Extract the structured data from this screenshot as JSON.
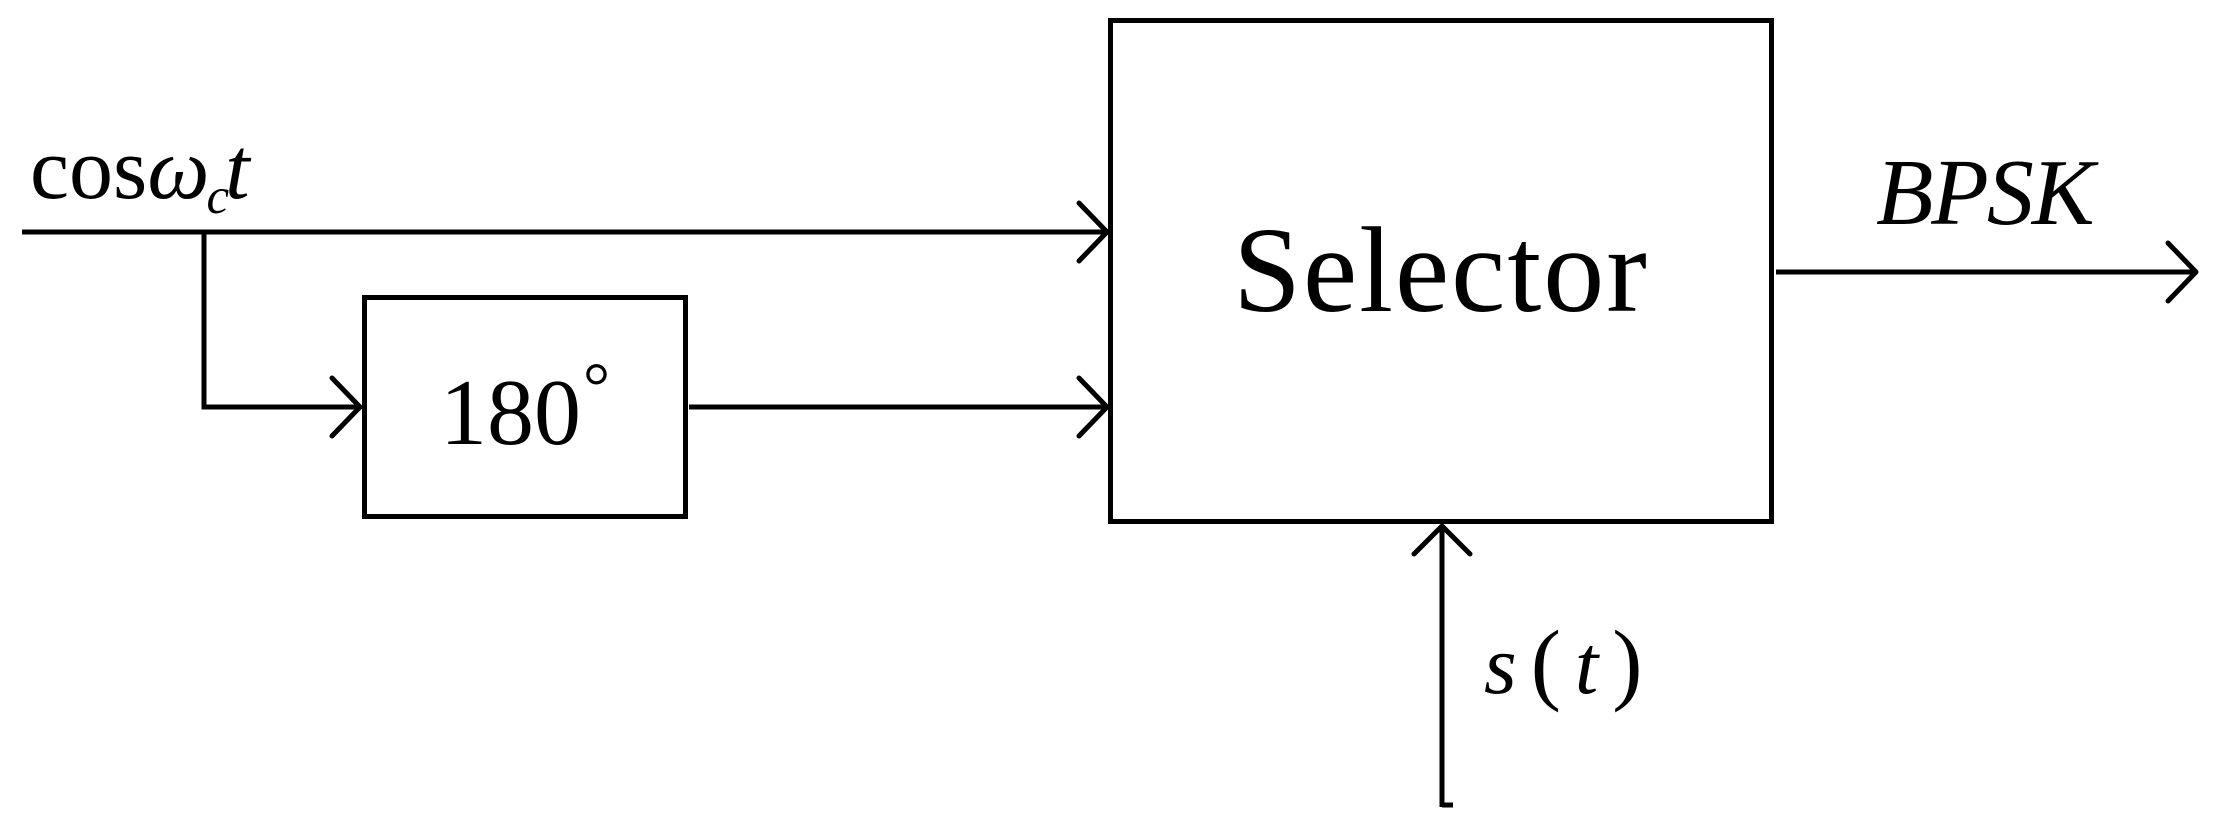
{
  "colors": {
    "ink": "#000000",
    "background": "#ffffff"
  },
  "blocks": {
    "phase_shifter": {
      "label": "180",
      "degree_symbol": "°"
    },
    "selector": {
      "label": "Selector"
    }
  },
  "signals": {
    "carrier": {
      "prefix": "cos",
      "omega": "ω",
      "subscript": "c",
      "variable": "t"
    },
    "output": {
      "label": "BPSK"
    },
    "control": {
      "s": "s",
      "open_paren": "(",
      "t": "t",
      "close_paren": ")"
    }
  }
}
